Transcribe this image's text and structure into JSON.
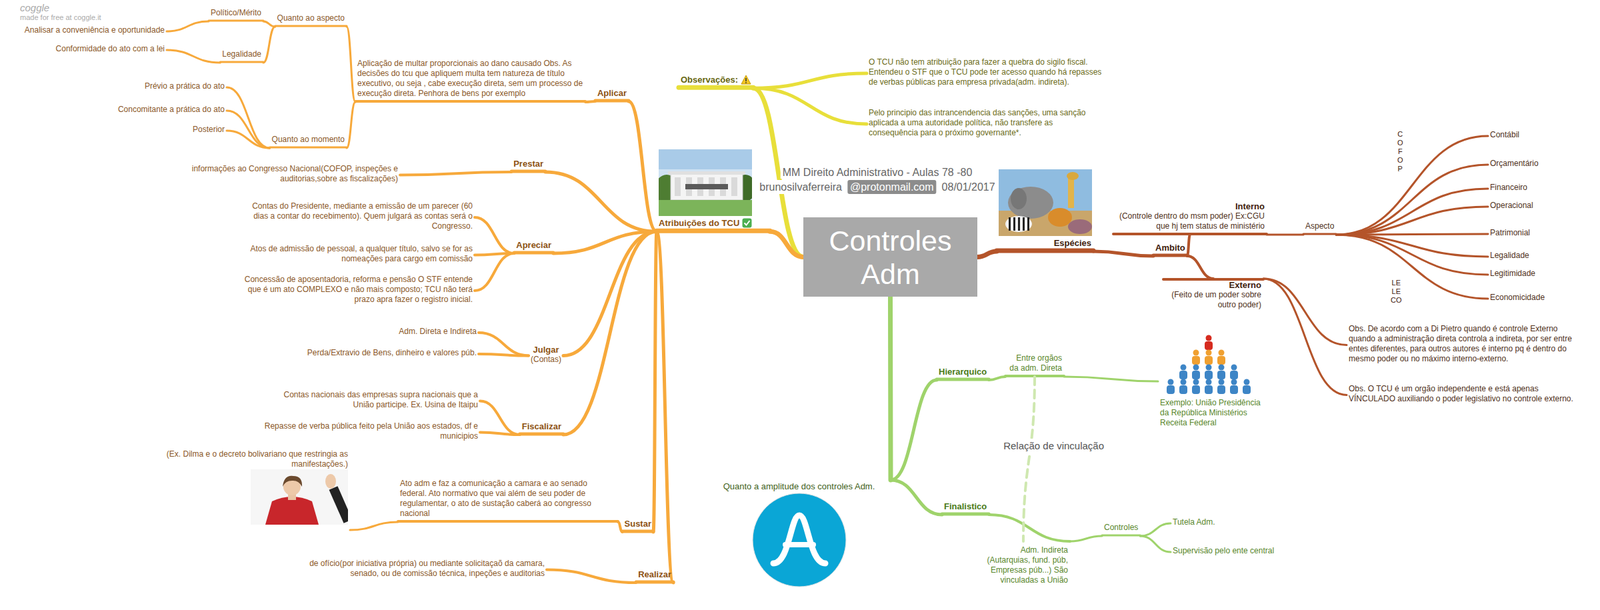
{
  "diagram": {
    "title": "MM Direito Administrativo - Aulas 78 -80",
    "nodes": [
      {
        "text": [
          "Controles Adm"
        ]
      },
      {
        "text": [
          "Observações:"
        ]
      },
      {
        "text": [
          "O TCU não tem atribuição para fazer a quebra do sigilo fiscal. Entendeu o STF que o TCU pode ter acesso quando há repasses de verbas públicas para empresa privada(adm. indireta)."
        ]
      },
      {
        "text": [
          "Pelo principio das intrancendencia das sanções, uma sanção aplicada a uma autoridade política, não transfere as consequência para o próximo governante*."
        ]
      },
      {
        "text": [
          "Atribuições do TCU"
        ]
      },
      {
        "text": [
          "Aplicar"
        ]
      },
      {
        "text": [
          "Aplicação de multar proporcionais ao dano causado Obs. As decisões do tcu que apliquem multa tem natureza de título executivo, ou seja , cabe execução direta, sem um processo de execução direta. Penhora de bens por exemplo"
        ]
      },
      {
        "text": [
          "Quanto ao aspecto"
        ]
      },
      {
        "text": [
          "Político/Mérito"
        ]
      },
      {
        "text": [
          "Analisar a conveniência e oportunidade"
        ]
      },
      {
        "text": [
          "Legalidade"
        ]
      },
      {
        "text": [
          "Conformidade do ato com a lei"
        ]
      },
      {
        "text": [
          "Quanto ao momento"
        ]
      },
      {
        "text": [
          "Prévio a prática do ato"
        ]
      },
      {
        "text": [
          "Concomitante a prática do ato"
        ]
      },
      {
        "text": [
          "Posterior"
        ]
      },
      {
        "text": [
          "Prestar"
        ]
      },
      {
        "text": [
          "informações ao Congresso Nacional(COFOP, inspeções e auditorias,sobre as fiscalizações)"
        ]
      },
      {
        "text": [
          "Apreciar"
        ]
      },
      {
        "text": [
          "Contas do Presidente, mediante a emissão de um parecer (60 dias a contar do recebimento). Quem julgará as contas será o Congresso."
        ]
      },
      {
        "text": [
          "Atos de admissão de pessoal, a qualquer título, salvo se for as nomeações para cargo em comissão"
        ]
      },
      {
        "text": [
          "Concessão de aposentadoria, reforma e pensão O STF entende que é um ato COMPLEXO e não mais composto; TCU não terá prazo apra fazer o registro inicial."
        ]
      },
      {
        "text": [
          "Julgar",
          "(Contas)"
        ]
      },
      {
        "text": [
          "Adm. Direta e Indireta"
        ]
      },
      {
        "text": [
          "Perda/Extravio de Bens, dinheiro e valores púb."
        ]
      },
      {
        "text": [
          "Fiscalizar"
        ]
      },
      {
        "text": [
          "Contas nacionais das empresas supra nacionais que a União participe. Ex. Usina de Itaipu"
        ]
      },
      {
        "text": [
          "Repasse de verba pública feito pela União aos estados, df e municipios"
        ]
      },
      {
        "text": [
          "Sustar"
        ]
      },
      {
        "text": [
          "Ato adm e faz a comunicação a camara e ao senado federal. Ato normativo que vai além de seu poder de regulamentar, o ato de sustação caberá ao congresso nacional"
        ]
      },
      {
        "text": [
          "(Ex. Dilma e o decreto bolivariano que restringia as manifestações.)"
        ]
      },
      {
        "text": [
          "Realizar"
        ]
      },
      {
        "text": [
          "de ofício(por iniciativa própria) ou mediante solicitaçaõ da camara, senado, ou de comissão técnica, inpeções e auditorias"
        ]
      },
      {
        "text": [
          "Espécies"
        ]
      },
      {
        "text": [
          "Ambito"
        ]
      },
      {
        "text": [
          "Interno",
          "(Controle dentro do msm poder) Ex:CGU que hj tem status de ministério"
        ]
      },
      {
        "text": [
          "Aspecto"
        ]
      },
      {
        "text": [
          "Contábil"
        ]
      },
      {
        "text": [
          "Orçamentário"
        ]
      },
      {
        "text": [
          "Financeiro"
        ]
      },
      {
        "text": [
          "Operacional"
        ]
      },
      {
        "text": [
          "Patrimonial"
        ]
      },
      {
        "text": [
          "Legalidade"
        ]
      },
      {
        "text": [
          "Legitimidade"
        ]
      },
      {
        "text": [
          "Economicidade"
        ]
      },
      {
        "text": [
          "Externo",
          "(Feito de um poder sobre outro poder)"
        ]
      },
      {
        "text": [
          "Obs. De acordo com a Di Pietro quando é controle Externo quando a administração direta controla a indireta, por ser entre entes diferentes, para outros autores é interno pq é dentro do mesmo poder ou no máximo interno-externo."
        ]
      },
      {
        "text": [
          "Obs. O TCU é um orgão independente e está apenas VÍNCULADO auxiliando o poder legislativo no controle externo."
        ]
      },
      {
        "text": [
          "Quanto a amplitude dos controles Adm."
        ]
      },
      {
        "text": [
          "Hierarquico"
        ]
      },
      {
        "text": [
          "Entre orgãos da adm. Direta"
        ]
      },
      {
        "text": [
          "Exemplo: União Presidência da República Ministérios Receita Federal"
        ]
      },
      {
        "text": [
          "Finalistico"
        ]
      },
      {
        "text": [
          "Adm. Indireta (Autarquias, fund. púb, Empresas púb...) São vinculadas a União"
        ]
      },
      {
        "text": [
          "Controles"
        ]
      },
      {
        "text": [
          "Tutela Adm."
        ]
      },
      {
        "text": [
          "Supervisão pelo ente central"
        ]
      }
    ],
    "edges": [
      {
        "from": 0,
        "to": 1,
        "arrow": "none"
      },
      {
        "from": 1,
        "to": 2,
        "arrow": "none"
      },
      {
        "from": 1,
        "to": 3,
        "arrow": "none"
      },
      {
        "from": 0,
        "to": 4,
        "arrow": "none"
      },
      {
        "from": 4,
        "to": 5,
        "arrow": "none"
      },
      {
        "from": 5,
        "to": 6,
        "arrow": "none"
      },
      {
        "from": 6,
        "to": 7,
        "arrow": "none"
      },
      {
        "from": 7,
        "to": 8,
        "arrow": "none"
      },
      {
        "from": 8,
        "to": 9,
        "arrow": "none"
      },
      {
        "from": 7,
        "to": 10,
        "arrow": "none"
      },
      {
        "from": 10,
        "to": 11,
        "arrow": "none"
      },
      {
        "from": 6,
        "to": 12,
        "arrow": "none"
      },
      {
        "from": 12,
        "to": 13,
        "arrow": "none"
      },
      {
        "from": 12,
        "to": 14,
        "arrow": "none"
      },
      {
        "from": 12,
        "to": 15,
        "arrow": "none"
      },
      {
        "from": 4,
        "to": 16,
        "arrow": "none"
      },
      {
        "from": 16,
        "to": 17,
        "arrow": "none"
      },
      {
        "from": 4,
        "to": 18,
        "arrow": "none"
      },
      {
        "from": 18,
        "to": 19,
        "arrow": "none"
      },
      {
        "from": 18,
        "to": 20,
        "arrow": "none"
      },
      {
        "from": 18,
        "to": 21,
        "arrow": "none"
      },
      {
        "from": 4,
        "to": 22,
        "arrow": "none"
      },
      {
        "from": 22,
        "to": 23,
        "arrow": "none"
      },
      {
        "from": 22,
        "to": 24,
        "arrow": "none"
      },
      {
        "from": 4,
        "to": 25,
        "arrow": "none"
      },
      {
        "from": 25,
        "to": 26,
        "arrow": "none"
      },
      {
        "from": 25,
        "to": 27,
        "arrow": "none"
      },
      {
        "from": 4,
        "to": 28,
        "arrow": "none"
      },
      {
        "from": 28,
        "to": 29,
        "arrow": "none"
      },
      {
        "from": 29,
        "to": 30,
        "arrow": "none"
      },
      {
        "from": 4,
        "to": 31,
        "arrow": "none"
      },
      {
        "from": 31,
        "to": 32,
        "arrow": "none"
      },
      {
        "from": 0,
        "to": 33,
        "arrow": "none"
      },
      {
        "from": 33,
        "to": 34,
        "arrow": "none"
      },
      {
        "from": 34,
        "to": 35,
        "arrow": "none"
      },
      {
        "from": 35,
        "to": 36,
        "arrow": "none"
      },
      {
        "from": 36,
        "to": 37,
        "arrow": "none"
      },
      {
        "from": 36,
        "to": 38,
        "arrow": "none"
      },
      {
        "from": 36,
        "to": 39,
        "arrow": "none"
      },
      {
        "from": 36,
        "to": 40,
        "arrow": "none"
      },
      {
        "from": 36,
        "to": 41,
        "arrow": "none"
      },
      {
        "from": 36,
        "to": 42,
        "arrow": "none"
      },
      {
        "from": 36,
        "to": 43,
        "arrow": "none"
      },
      {
        "from": 36,
        "to": 44,
        "arrow": "none"
      },
      {
        "from": 34,
        "to": 45,
        "arrow": "none"
      },
      {
        "from": 45,
        "to": 46,
        "arrow": "none"
      },
      {
        "from": 45,
        "to": 47,
        "arrow": "none"
      },
      {
        "from": 0,
        "to": 48,
        "arrow": "none"
      },
      {
        "from": 48,
        "to": 49,
        "arrow": "none"
      },
      {
        "from": 49,
        "to": 50,
        "arrow": "none"
      },
      {
        "from": 50,
        "to": 51,
        "arrow": "none"
      },
      {
        "from": 48,
        "to": 52,
        "arrow": "none"
      },
      {
        "from": 52,
        "to": 53,
        "arrow": "none"
      },
      {
        "from": 53,
        "to": 54,
        "arrow": "none"
      },
      {
        "from": 54,
        "to": 55,
        "arrow": "none"
      },
      {
        "from": 54,
        "to": 56,
        "arrow": "none"
      },
      {
        "from": 50,
        "to": 53,
        "label": "Relação de vinculação",
        "arrow": "none"
      }
    ],
    "labels": [
      "coggle",
      "made for free at coggle.it",
      "brunosilvaferreira",
      "@protonmail.com",
      "08/01/2017",
      "C O F O P",
      "LE LE CO"
    ]
  }
}
